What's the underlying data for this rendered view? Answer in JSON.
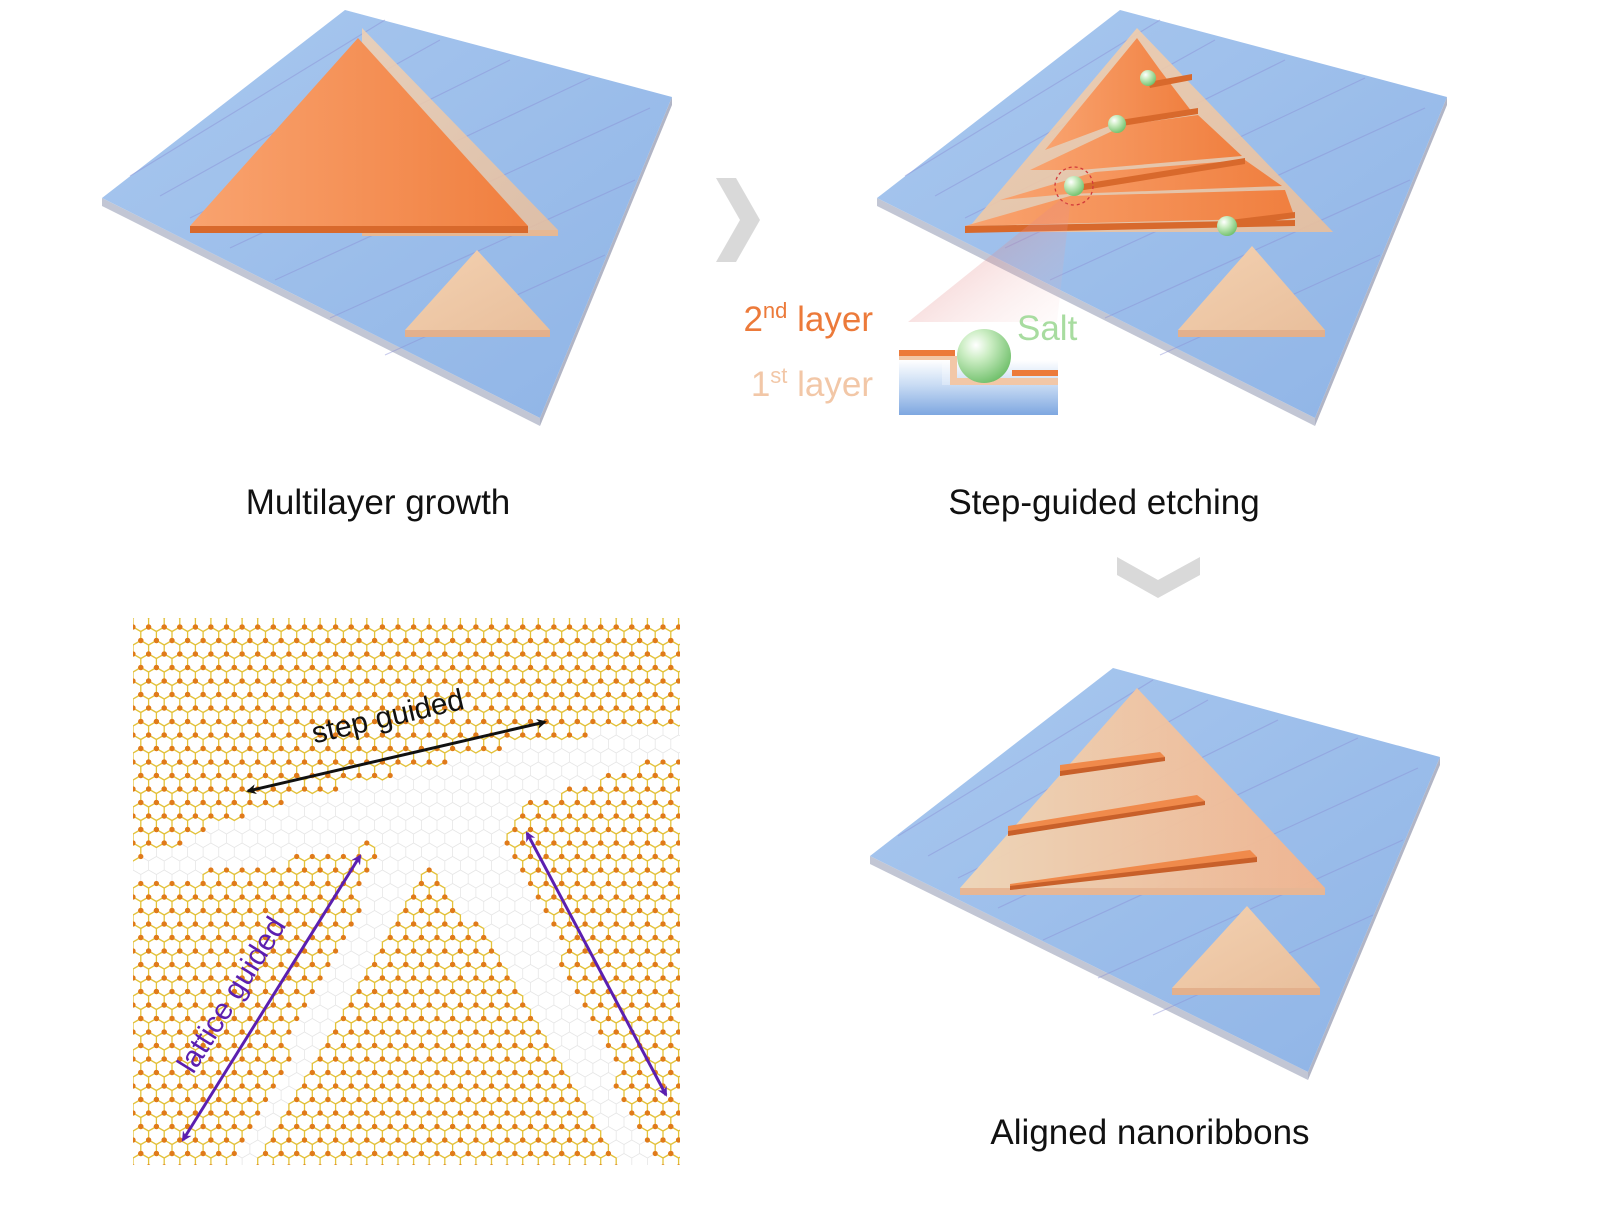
{
  "captions": {
    "multilayer": "Multilayer growth",
    "etching": "Step-guided etching",
    "aligned": "Aligned nanoribbons"
  },
  "inset": {
    "second_layer": {
      "base": "2",
      "sup": "nd",
      "rest": " layer"
    },
    "first_layer": {
      "base": "1",
      "sup": "st",
      "rest": " layer"
    },
    "salt": "Salt"
  },
  "lattice": {
    "step_guided": "step guided",
    "lattice_guided": "lattice guided"
  },
  "icons": [
    "chevron-right-icon",
    "chevron-down-icon"
  ],
  "colors": {
    "substrate": "#9dbfe9",
    "substrate_edge": "#b9bdcc",
    "layer2": "#f08a4b",
    "layer1": "#eec8a6",
    "salt": "#a8dca0",
    "purple_arrow": "#5b1fb0",
    "atom": "#e07a1a",
    "bond": "#e3c23a",
    "text_orange": "#ec7a3a",
    "text_peach": "#f2c7a7",
    "text_green": "#a8dca0"
  }
}
